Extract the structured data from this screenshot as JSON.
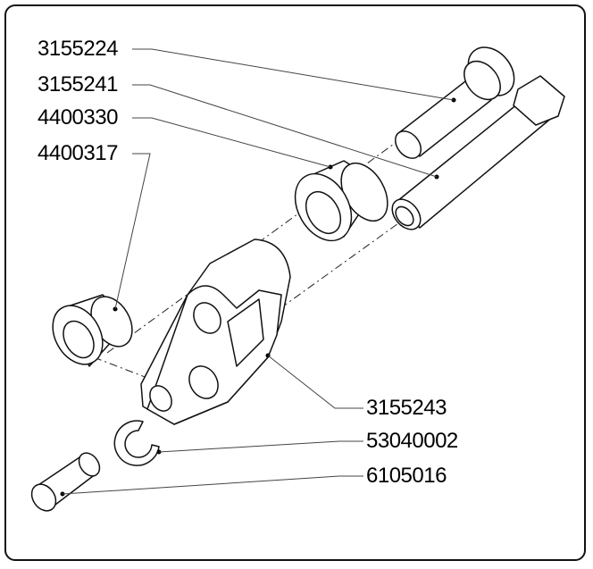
{
  "diagram": {
    "callouts": [
      {
        "part_number": "3155224",
        "part": "pin-large"
      },
      {
        "part_number": "3155241",
        "part": "shaft-hex"
      },
      {
        "part_number": "4400330",
        "part": "bearing-large"
      },
      {
        "part_number": "4400317",
        "part": "bearing-small"
      },
      {
        "part_number": "3155243",
        "part": "lever-arm"
      },
      {
        "part_number": "53040002",
        "part": "e-clip"
      },
      {
        "part_number": "6105016",
        "part": "dowel-pin"
      }
    ]
  }
}
